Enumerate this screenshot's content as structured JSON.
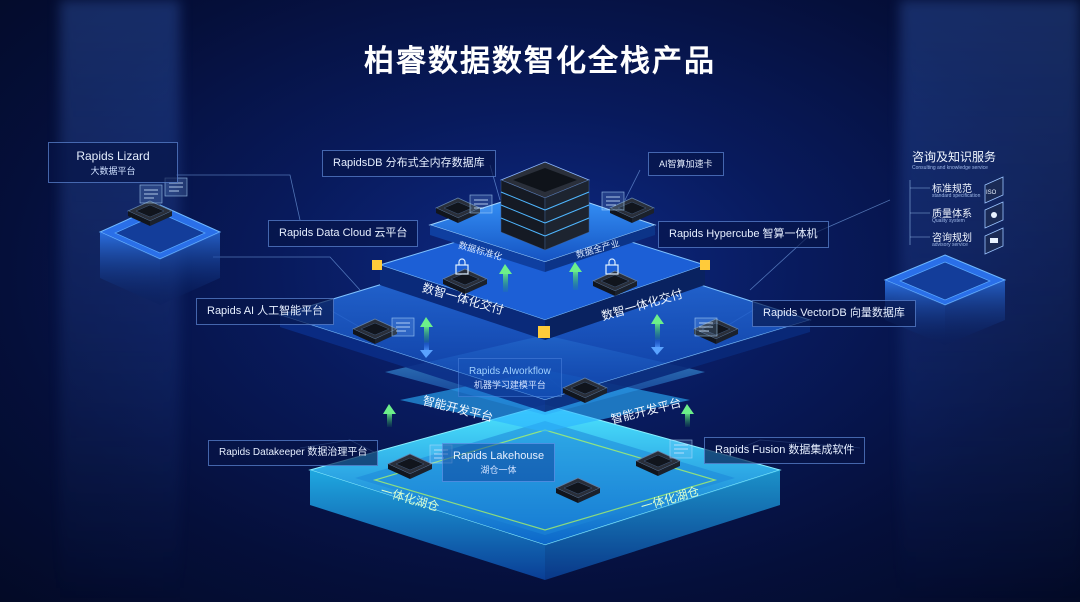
{
  "title": "柏睿数据数智化全栈产品",
  "labels": {
    "lizard_title": "Rapids Lizard",
    "lizard_sub": "大数据平台",
    "rapidsdb": "RapidsDB 分布式全内存数据库",
    "ai_card": "AI智算加速卡",
    "data_cloud": "Rapids Data Cloud 云平台",
    "hypercube": "Rapids Hypercube 智算一体机",
    "rapids_ai": "Rapids AI 人工智能平台",
    "vectordb": "Rapids VectorDB 向量数据库",
    "aiworkflow_title": "Rapids AIworkflow",
    "aiworkflow_sub": "机器学习建模平台",
    "datakeeper": "Rapids Datakeeper 数据治理平台",
    "lakehouse_title": "Rapids Lakehouse",
    "lakehouse_sub": "湖仓一体",
    "fusion": "Rapids Fusion 数据集成软件"
  },
  "services": {
    "heading": "咨询及知识服务",
    "heading_sub": "Consulting and knowledge service",
    "items": [
      {
        "label": "标准规范",
        "sub": "standard specification"
      },
      {
        "label": "质量体系",
        "sub": "Quality system"
      },
      {
        "label": "咨询规划",
        "sub": "advisory service"
      }
    ]
  },
  "tiers": {
    "top_left": "数据标准化",
    "top_right": "数据全产业",
    "mid_left": "数智一体化交付",
    "mid_right": "数智一体化交付",
    "dev_left": "智能开发平台",
    "dev_right": "智能开发平台",
    "lake_left": "一体化湖仓",
    "lake_right": "一体化湖仓"
  },
  "icons": {
    "server": "server-stack-icon",
    "chip": "chip-icon",
    "padlock": "padlock-icon",
    "cube": "cube-icon",
    "iso": "iso-badge"
  },
  "colors": {
    "background": "#06123f",
    "accent": "#2b7bff",
    "glow": "#3fd0ff",
    "lake": "#1fb8e6",
    "arrow_green": "#4fd36b",
    "node_gold": "#ffcb3a"
  }
}
